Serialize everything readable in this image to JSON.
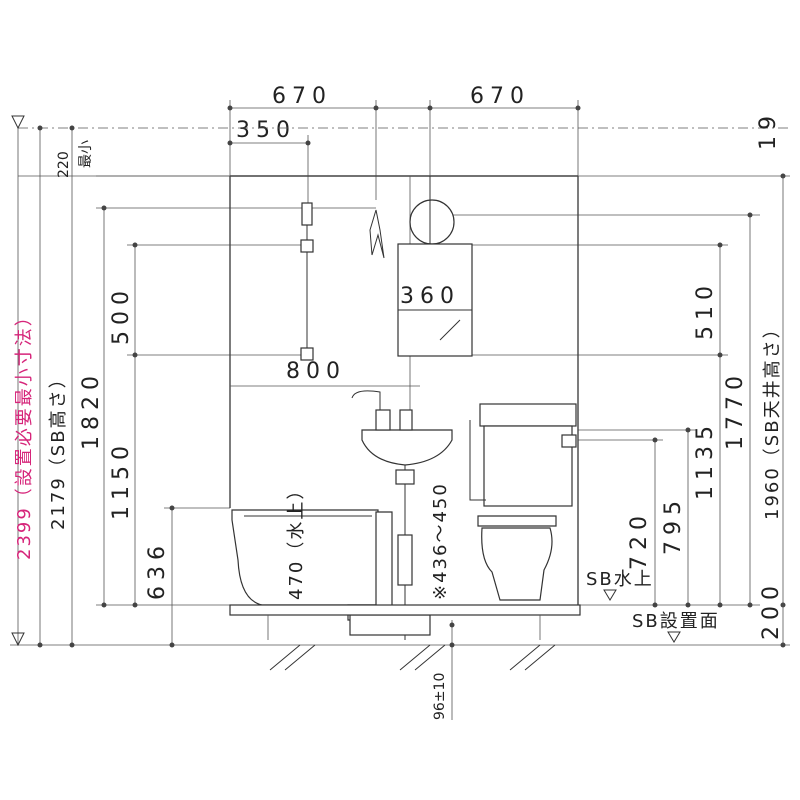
{
  "dimensions": {
    "top_width_left": "670",
    "top_width_right": "670",
    "shower_offset": "350",
    "ceiling_gap": "19",
    "min_220": "220",
    "min_label": "最小",
    "heater_width": "360",
    "sink_counter": "800",
    "shower_height": "500",
    "right_510": "510",
    "tank_1770": "1770",
    "sb_ceiling_height": "1960（SB天井高さ）",
    "sb_height": "2179（SB高さ）",
    "total_height": "2399（設置必要最小寸法）",
    "height_1820": "1820",
    "height_1150": "1150",
    "height_636": "636",
    "water_level_470": "470（水上）",
    "drain_range": "※436～450",
    "height_1135": "1135",
    "height_795": "795",
    "height_720": "720",
    "base_200": "200",
    "drain_96": "96±10"
  },
  "labels": {
    "sb_water_level": "SB水上",
    "sb_install_surface": "SB設置面"
  },
  "colors": {
    "line": "#333333",
    "accent": "#d6257a"
  }
}
